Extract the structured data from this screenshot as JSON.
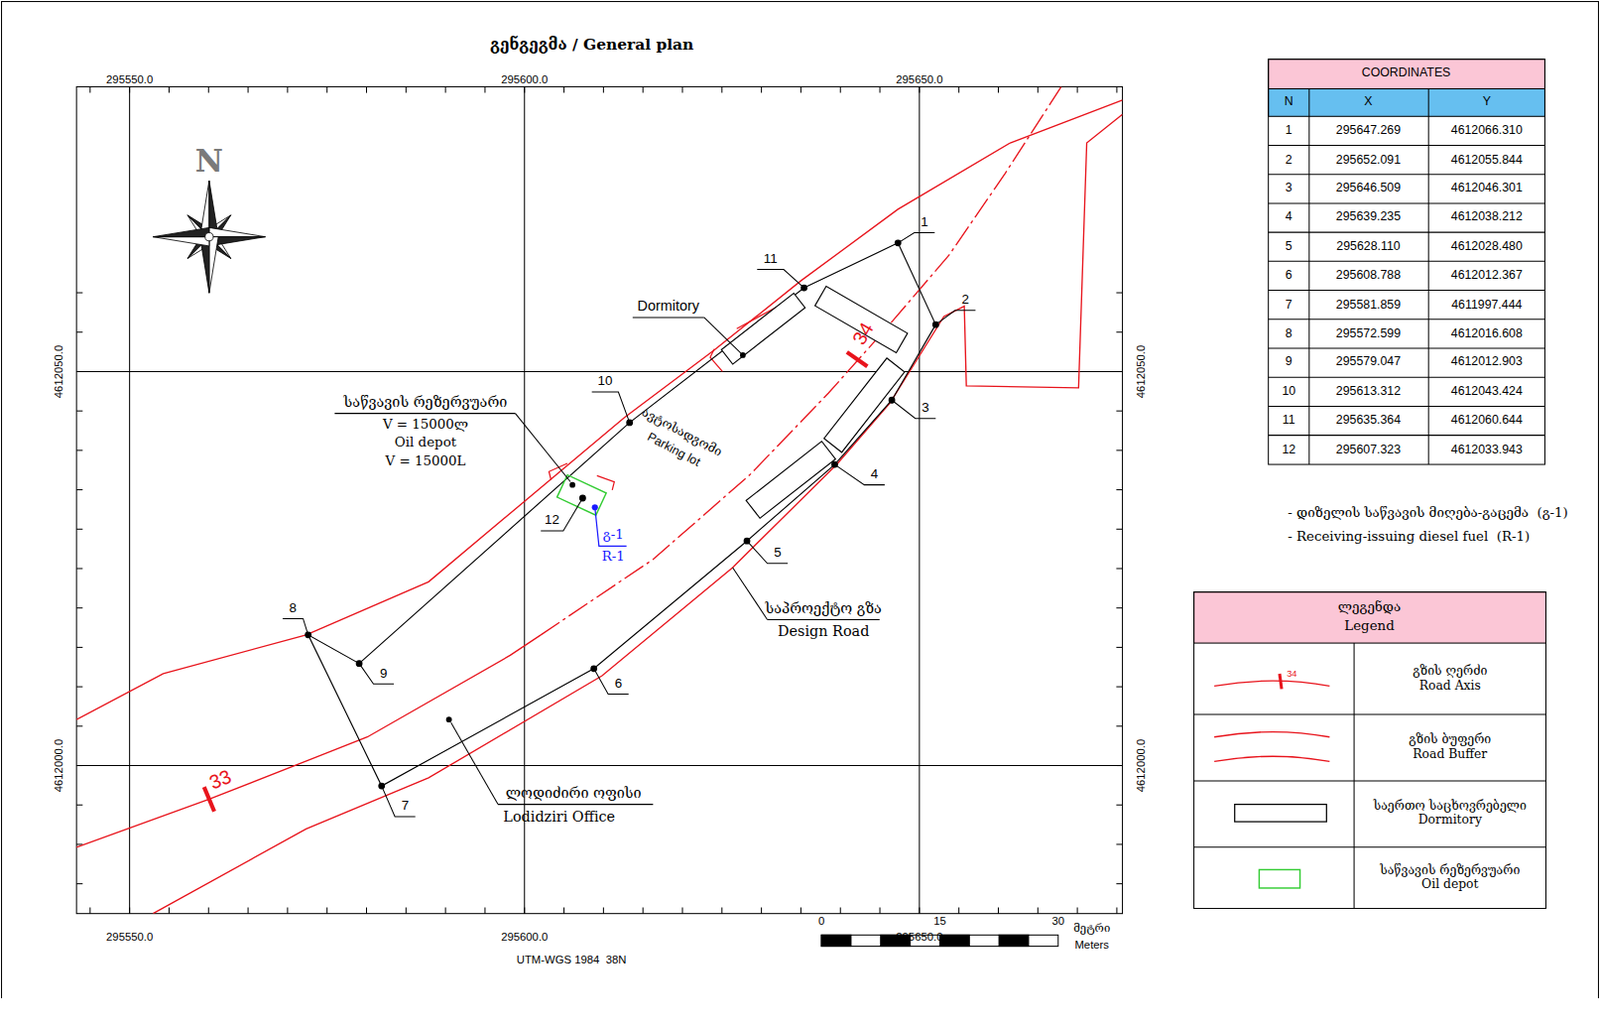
{
  "diagram": {
    "title": "გენგეგმა / General plan",
    "labels": [
      "295550.0",
      "295600.0",
      "295650.0",
      "295550.0",
      "295600.0",
      "295650.0",
      "4612050.0",
      "4612050.0",
      "4612000.0",
      "4612000.0",
      "N",
      "1",
      "2",
      "3",
      "4",
      "5",
      "6",
      "7",
      "8",
      "9",
      "10",
      "11",
      "12",
      "Dormitory",
      "საწვავის რეზერვუარი",
      "V = 15000ლ",
      "Oil depot",
      "V = 15000L",
      "ავტოსადგომი",
      "Parking lot",
      "საპროექტო გზა",
      "Design Road",
      "ლოდიძირი ოფისი",
      "Lodidziri Office",
      "გ-1",
      "R-1",
      "33",
      "34",
      "0",
      "15",
      "30",
      "მეტრი",
      "Meters",
      "UTM-WGS 1984  38N",
      "COORDINATES",
      "N",
      "X",
      "Y",
      "1",
      "295647.269",
      "4612066.310",
      "2",
      "295652.091",
      "4612055.844",
      "3",
      "295646.509",
      "4612046.301",
      "4",
      "295639.235",
      "4612038.212",
      "5",
      "295628.110",
      "4612028.480",
      "6",
      "295608.788",
      "4612012.367",
      "7",
      "295581.859",
      "4611997.444",
      "8",
      "295572.599",
      "4612016.608",
      "9",
      "295579.047",
      "4612012.903",
      "10",
      "295613.312",
      "4612043.424",
      "11",
      "295635.364",
      "4612060.644",
      "12",
      "295607.323",
      "4612033.943",
      "- დიზელის საწვავის მიღება-გაცემა  (გ-1)",
      "- Receiving-issuing diesel fuel  (R-1)",
      "ლეგენდა",
      "Legend",
      "34"
    ],
    "legend": [
      {
        "text": "გზის ღერძი Road Axis"
      },
      {
        "text": "გზის ბუფერი Road Buffer"
      },
      {
        "text": "საერთო საცხოვრებელი Dormitory"
      },
      {
        "text": "საწვავის რეზერვუარი Oil depot"
      }
    ]
  }
}
